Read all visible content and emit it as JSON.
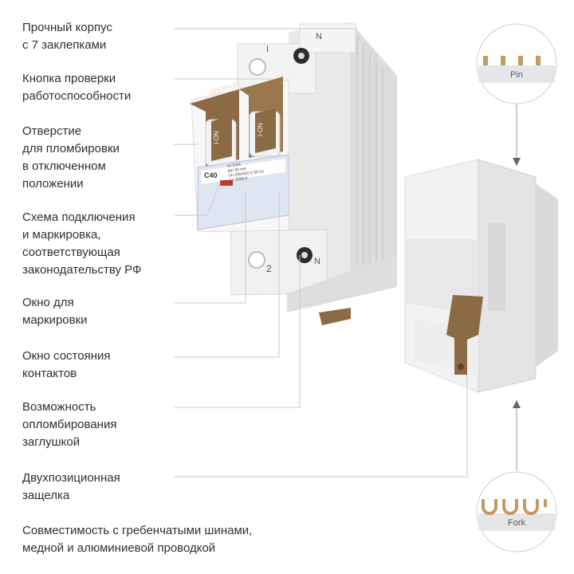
{
  "features": [
    {
      "lines": [
        "Прочный корпус",
        "с 7 заклепками"
      ]
    },
    {
      "lines": [
        "Кнопка проверки",
        "работоспособности"
      ]
    },
    {
      "lines": [
        "Отверстие",
        "для пломбировки",
        "в отключенном",
        "положении"
      ]
    },
    {
      "lines": [
        "Схема подключения",
        "и маркировка,",
        "соответствующая",
        "законодательству РФ"
      ]
    },
    {
      "lines": [
        "Окно для",
        "маркировки"
      ]
    },
    {
      "lines": [
        "Окно состояния",
        "контактов"
      ]
    },
    {
      "lines": [
        "Возможность",
        "опломбирования",
        "заглушкой"
      ]
    },
    {
      "lines": [
        "Двухпозиционная",
        "защелка"
      ]
    }
  ],
  "compatibility": {
    "lines": [
      "Совместимость с гребенчатыми шинами,",
      "медной и алюминиевой проводкой"
    ]
  },
  "busbars": {
    "pin_label": "Pin",
    "fork_label": "Fork"
  },
  "device": {
    "brand": "WERKEL",
    "rating": "C40",
    "terminal_top": "N",
    "terminal_bottom_left": "2",
    "terminal_bottom_right": "N",
    "lever_label": "I-ON",
    "top_left_mark": "I",
    "specs": [
      "Im 6 kA",
      "I∆n 30 mA",
      "Un 230/400 V 50 Hz",
      "Icn 3000 A"
    ]
  },
  "colors": {
    "accent_bronze": "#8b6a45",
    "busbar_pin": "#c49a63",
    "label_text": "#303030",
    "leader_line": "#c9c9c9"
  }
}
